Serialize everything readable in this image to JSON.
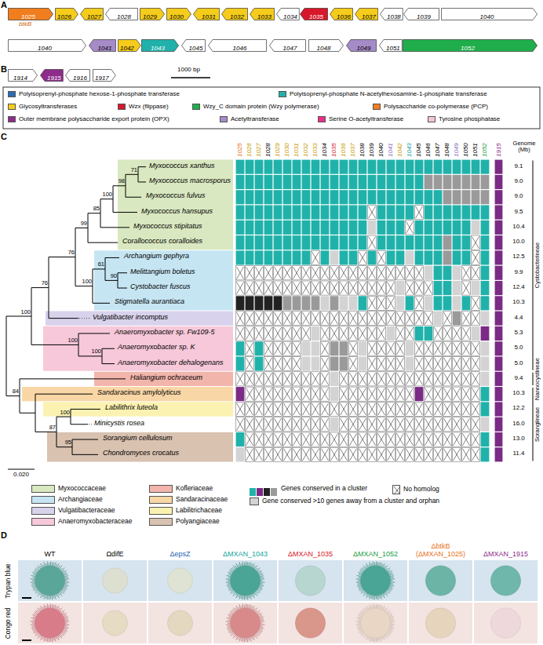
{
  "diagram": {
    "nodes": [
      {
        "text": [
          "1025"
        ]
      },
      {
        "text": [
          "1026"
        ]
      },
      {
        "text": [
          "1027"
        ]
      },
      {
        "text": [
          "1028"
        ]
      },
      {
        "text": [
          "1029"
        ]
      },
      {
        "text": [
          "1030"
        ]
      },
      {
        "text": [
          "1031"
        ]
      },
      {
        "text": [
          "1032"
        ]
      },
      {
        "text": [
          "1033"
        ]
      },
      {
        "text": [
          "1034"
        ]
      },
      {
        "text": [
          "1035"
        ]
      },
      {
        "text": [
          "1036"
        ]
      },
      {
        "text": [
          "1037"
        ]
      },
      {
        "text": [
          "1038"
        ]
      },
      {
        "text": [
          "1039"
        ]
      },
      {
        "text": [
          "1040"
        ]
      },
      {
        "text": [
          "1040"
        ]
      },
      {
        "text": [
          "1041"
        ]
      },
      {
        "text": [
          "1042"
        ]
      },
      {
        "text": [
          "1043"
        ]
      },
      {
        "text": [
          "1045"
        ]
      },
      {
        "text": [
          "1046"
        ]
      },
      {
        "text": [
          "1047"
        ]
      },
      {
        "text": [
          "1048"
        ]
      },
      {
        "text": [
          "1049"
        ]
      },
      {
        "text": [
          "1051"
        ]
      },
      {
        "text": [
          "1052"
        ]
      },
      {
        "text": [
          "1914"
        ]
      },
      {
        "text": [
          "1915"
        ]
      },
      {
        "text": [
          "1916"
        ]
      },
      {
        "text": [
          "1917"
        ]
      }
    ],
    "labels": [
      "A",
      "B",
      "C",
      "D",
      "btkB",
      "1000 bp",
      "1025",
      "1026",
      "1027",
      "1028",
      "1029",
      "1030",
      "1031",
      "1032",
      "1033",
      "1034",
      "1035",
      "1036",
      "1037",
      "1038",
      "1039",
      "1040",
      "1041",
      "1042",
      "1043",
      "1045",
      "1046",
      "1047",
      "1048",
      "1049",
      "1050",
      "1051",
      "1052",
      "1915",
      "Genome (Mb)",
      "Myxococcus xanthus",
      "Myxococcus macrosporus",
      "Myxococcus fulvus",
      "Myxococcus hansupus",
      "Myxococcus stipitatus",
      "Corallococcus coralloides",
      "Archangium gephyra",
      "Melittangium boletus",
      "Cystobacter fuscus",
      "Stigmatella aurantiaca",
      "Vulgatibacter incomptus",
      "Anaeromyxobacter sp. Fw109-5",
      "Anaeromyxobacter sp. K",
      "Anaeromyxobacter dehalogenans",
      "Haliangium ochraceum",
      "Sandaracinus amylolyticus",
      "Labilithrix luteola",
      "Minicystis rosea",
      "Sorangium cellulosum",
      "Chondromyces crocatus",
      "9.1",
      "9.0",
      "9.0",
      "9.5",
      "10.4",
      "10.0",
      "12.5",
      "9.9",
      "12.4",
      "10.3",
      "4.4",
      "5.3",
      "5.0",
      "5.0",
      "9.4",
      "10.3",
      "12.2",
      "16.0",
      "13.0",
      "11.4",
      "71",
      "98",
      "100",
      "85",
      "99",
      "76",
      "100",
      "61",
      "90",
      "76",
      "100",
      "100",
      "100",
      "84",
      "100",
      "95",
      "87",
      "0.020",
      "Cystobacterineae",
      "Nannocystineae",
      "Sorangiineae",
      "WT",
      "ΩdifE",
      "ΔepsZ",
      "ΔMXAN_1043",
      "ΔMXAN_1035",
      "ΔMXAN_1052",
      "ΔbtkB (ΔMXAN_1025)",
      "ΔMXAN_1915",
      "Trypan blue",
      "Congo red"
    ],
    "legend": [
      {
        "text": "Polyisoprenyl-phosphate hexose-1-phosphate transferase",
        "color": "#2b6cb8"
      },
      {
        "text": "Polyisoprenyl-phosphate N-acetylhexosamine-1-phosphate transferase",
        "color": "#20b2aa"
      },
      {
        "text": "Glycosyltransferases",
        "color": "#f5cc1b"
      },
      {
        "text": "Wzx (flippase)",
        "color": "#d7182a"
      },
      {
        "text": "Wzy_C domain protein (Wzy polymerase)",
        "color": "#1fae4b"
      },
      {
        "text": "Polysaccharide co-polymerase (PCP)",
        "color": "#f07e1e"
      },
      {
        "text": "Outer membrane polysaccharide export protein (OPX)",
        "color": "#8e2c8c"
      },
      {
        "text": "Acetyltransferase",
        "color": "#a58bc7"
      },
      {
        "text": "Serine O-acetyltransferase",
        "color": "#ec2d89"
      },
      {
        "text": "Tyrosine phosphatase",
        "color": "#f7c4d6"
      },
      {
        "text": "Myxococcaceae",
        "color": "#d9e8c0"
      },
      {
        "text": "Archangiaceae",
        "color": "#c6e5f3"
      },
      {
        "text": "Vulgatibacteraceae",
        "color": "#d8d2ec"
      },
      {
        "text": "Anaeromyxobacteraceae",
        "color": "#f6c8d9"
      },
      {
        "text": "Kofleriaceae",
        "color": "#f2b5ac"
      },
      {
        "text": "Sandaracinaceae",
        "color": "#f9d6a6"
      },
      {
        "text": "Labilitrichaceae",
        "color": "#fbf2b2"
      },
      {
        "text": "Polyangiaceae",
        "color": "#d9c2b0"
      },
      {
        "text": "Genes conserved in a cluster"
      },
      {
        "text": "No homolog"
      },
      {
        "text": "Gene conserved >10 genes away from a cluster and orphan",
        "color": "#d3d3d3"
      }
    ]
  }
}
